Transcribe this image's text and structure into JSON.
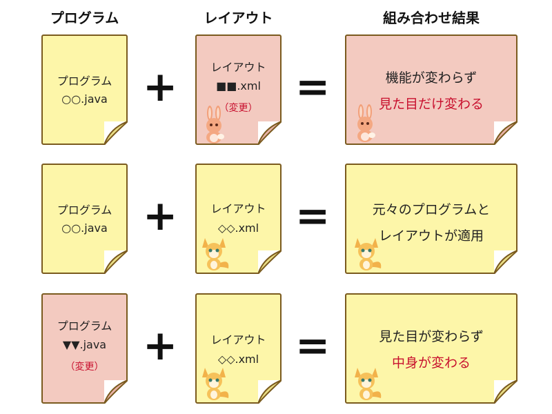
{
  "headers": {
    "program": "プログラム",
    "layout": "レイアウト",
    "result": "組み合わせ結果"
  },
  "rows": [
    {
      "program": {
        "line1": "プログラム",
        "line2": "○○.java",
        "line3": "",
        "color": "yellow"
      },
      "layout": {
        "line1": "レイアウト",
        "line2": "■■.xml",
        "line3": "（変更）",
        "color": "pink",
        "critter": "rabbit-icon"
      },
      "result": {
        "line1": "機能が変わらず",
        "line2": "見た目だけ変わる",
        "line2_red": true,
        "color": "pink",
        "critter": "rabbit-icon"
      }
    },
    {
      "program": {
        "line1": "プログラム",
        "line2": "○○.java",
        "line3": "",
        "color": "yellow"
      },
      "layout": {
        "line1": "レイアウト",
        "line2": "◇◇.xml",
        "line3": "",
        "color": "yellow",
        "critter": "fox-icon"
      },
      "result": {
        "line1": "元々のプログラムと",
        "line2": "レイアウトが適用",
        "line2_red": false,
        "color": "yellow",
        "critter": "fox-icon"
      }
    },
    {
      "program": {
        "line1": "プログラム",
        "line2": "▼▼.java",
        "line3": "（変更）",
        "color": "pink"
      },
      "layout": {
        "line1": "レイアウト",
        "line2": "◇◇.xml",
        "line3": "",
        "color": "yellow",
        "critter": "fox-icon"
      },
      "result": {
        "line1": "見た目が変わらず",
        "line2": "中身が変わる",
        "line2_red": true,
        "color": "yellow",
        "critter": "fox-icon"
      }
    }
  ],
  "operators": {
    "plus": "+",
    "equals": "="
  },
  "colors": {
    "yellow": "#fdf6a9",
    "pink": "#f3cac0",
    "border": "#7a5a1e",
    "accent_red": "#c8102e"
  }
}
